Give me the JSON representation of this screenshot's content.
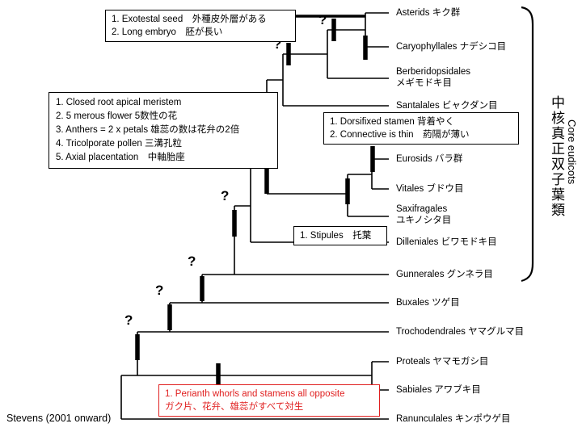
{
  "source_note": "Stevens (2001 onward)",
  "uncertainty_mark": "?",
  "core_clade": {
    "ja": "中核真正双子葉類",
    "en": "Core eudicots"
  },
  "taxa": [
    {
      "id": "asterids",
      "label": "Asterids キク群"
    },
    {
      "id": "caryophyllales",
      "label": "Caryophyllales ナデシコ目"
    },
    {
      "id": "berberidopsidales",
      "label": "Berberidopsidales",
      "label2": "メギモドキ目"
    },
    {
      "id": "santalales",
      "label": "Santalales ビャクダン目"
    },
    {
      "id": "eurosids",
      "label": "Eurosids バラ群"
    },
    {
      "id": "vitales",
      "label": "Vitales ブドウ目"
    },
    {
      "id": "saxifragales",
      "label": "Saxifragales",
      "label2": "ユキノシタ目"
    },
    {
      "id": "dilleniales",
      "label": "Dilleniales ビワモドキ目"
    },
    {
      "id": "gunnerales",
      "label": "Gunnerales グンネラ目"
    },
    {
      "id": "buxales",
      "label": "Buxales ツゲ目"
    },
    {
      "id": "trochodendrales",
      "label": "Trochodendrales ヤマグルマ目"
    },
    {
      "id": "proteals",
      "label": "Proteals ヤマモガシ目"
    },
    {
      "id": "sabiales",
      "label": "Sabiales アワブキ目"
    },
    {
      "id": "ranunculales",
      "label": "Ranunculales キンポウゲ目"
    }
  ],
  "annotation_boxes": {
    "asterid_characters": {
      "line1": "1. Exotestal seed　外種皮外層がある",
      "line2": "2. Long embryo　胚が長い"
    },
    "pentapetalae_characters": {
      "line1": "1.  Closed root apical meristem",
      "line2": "2. 5 merous flower 5数性の花",
      "line3": "3. Anthers = 2 x petals 雄蕊の数は花弁の2倍",
      "line4": "4. Tricolporate pollen 三溝孔粒",
      "line5": "5. Axial placentation　中軸胎座"
    },
    "stamen_characters": {
      "line1": "1. Dorsifixed stamen 背着やく",
      "line2": "2. Connective is thin　葯隔が薄い"
    },
    "stipules": {
      "line1": "1. Stipules　托葉"
    },
    "ranunculales_characters": {
      "line1": "1. Perianth whorls and stamens all opposite",
      "line2": "ガク片、花弁、雄蕊がすべて対生"
    }
  }
}
